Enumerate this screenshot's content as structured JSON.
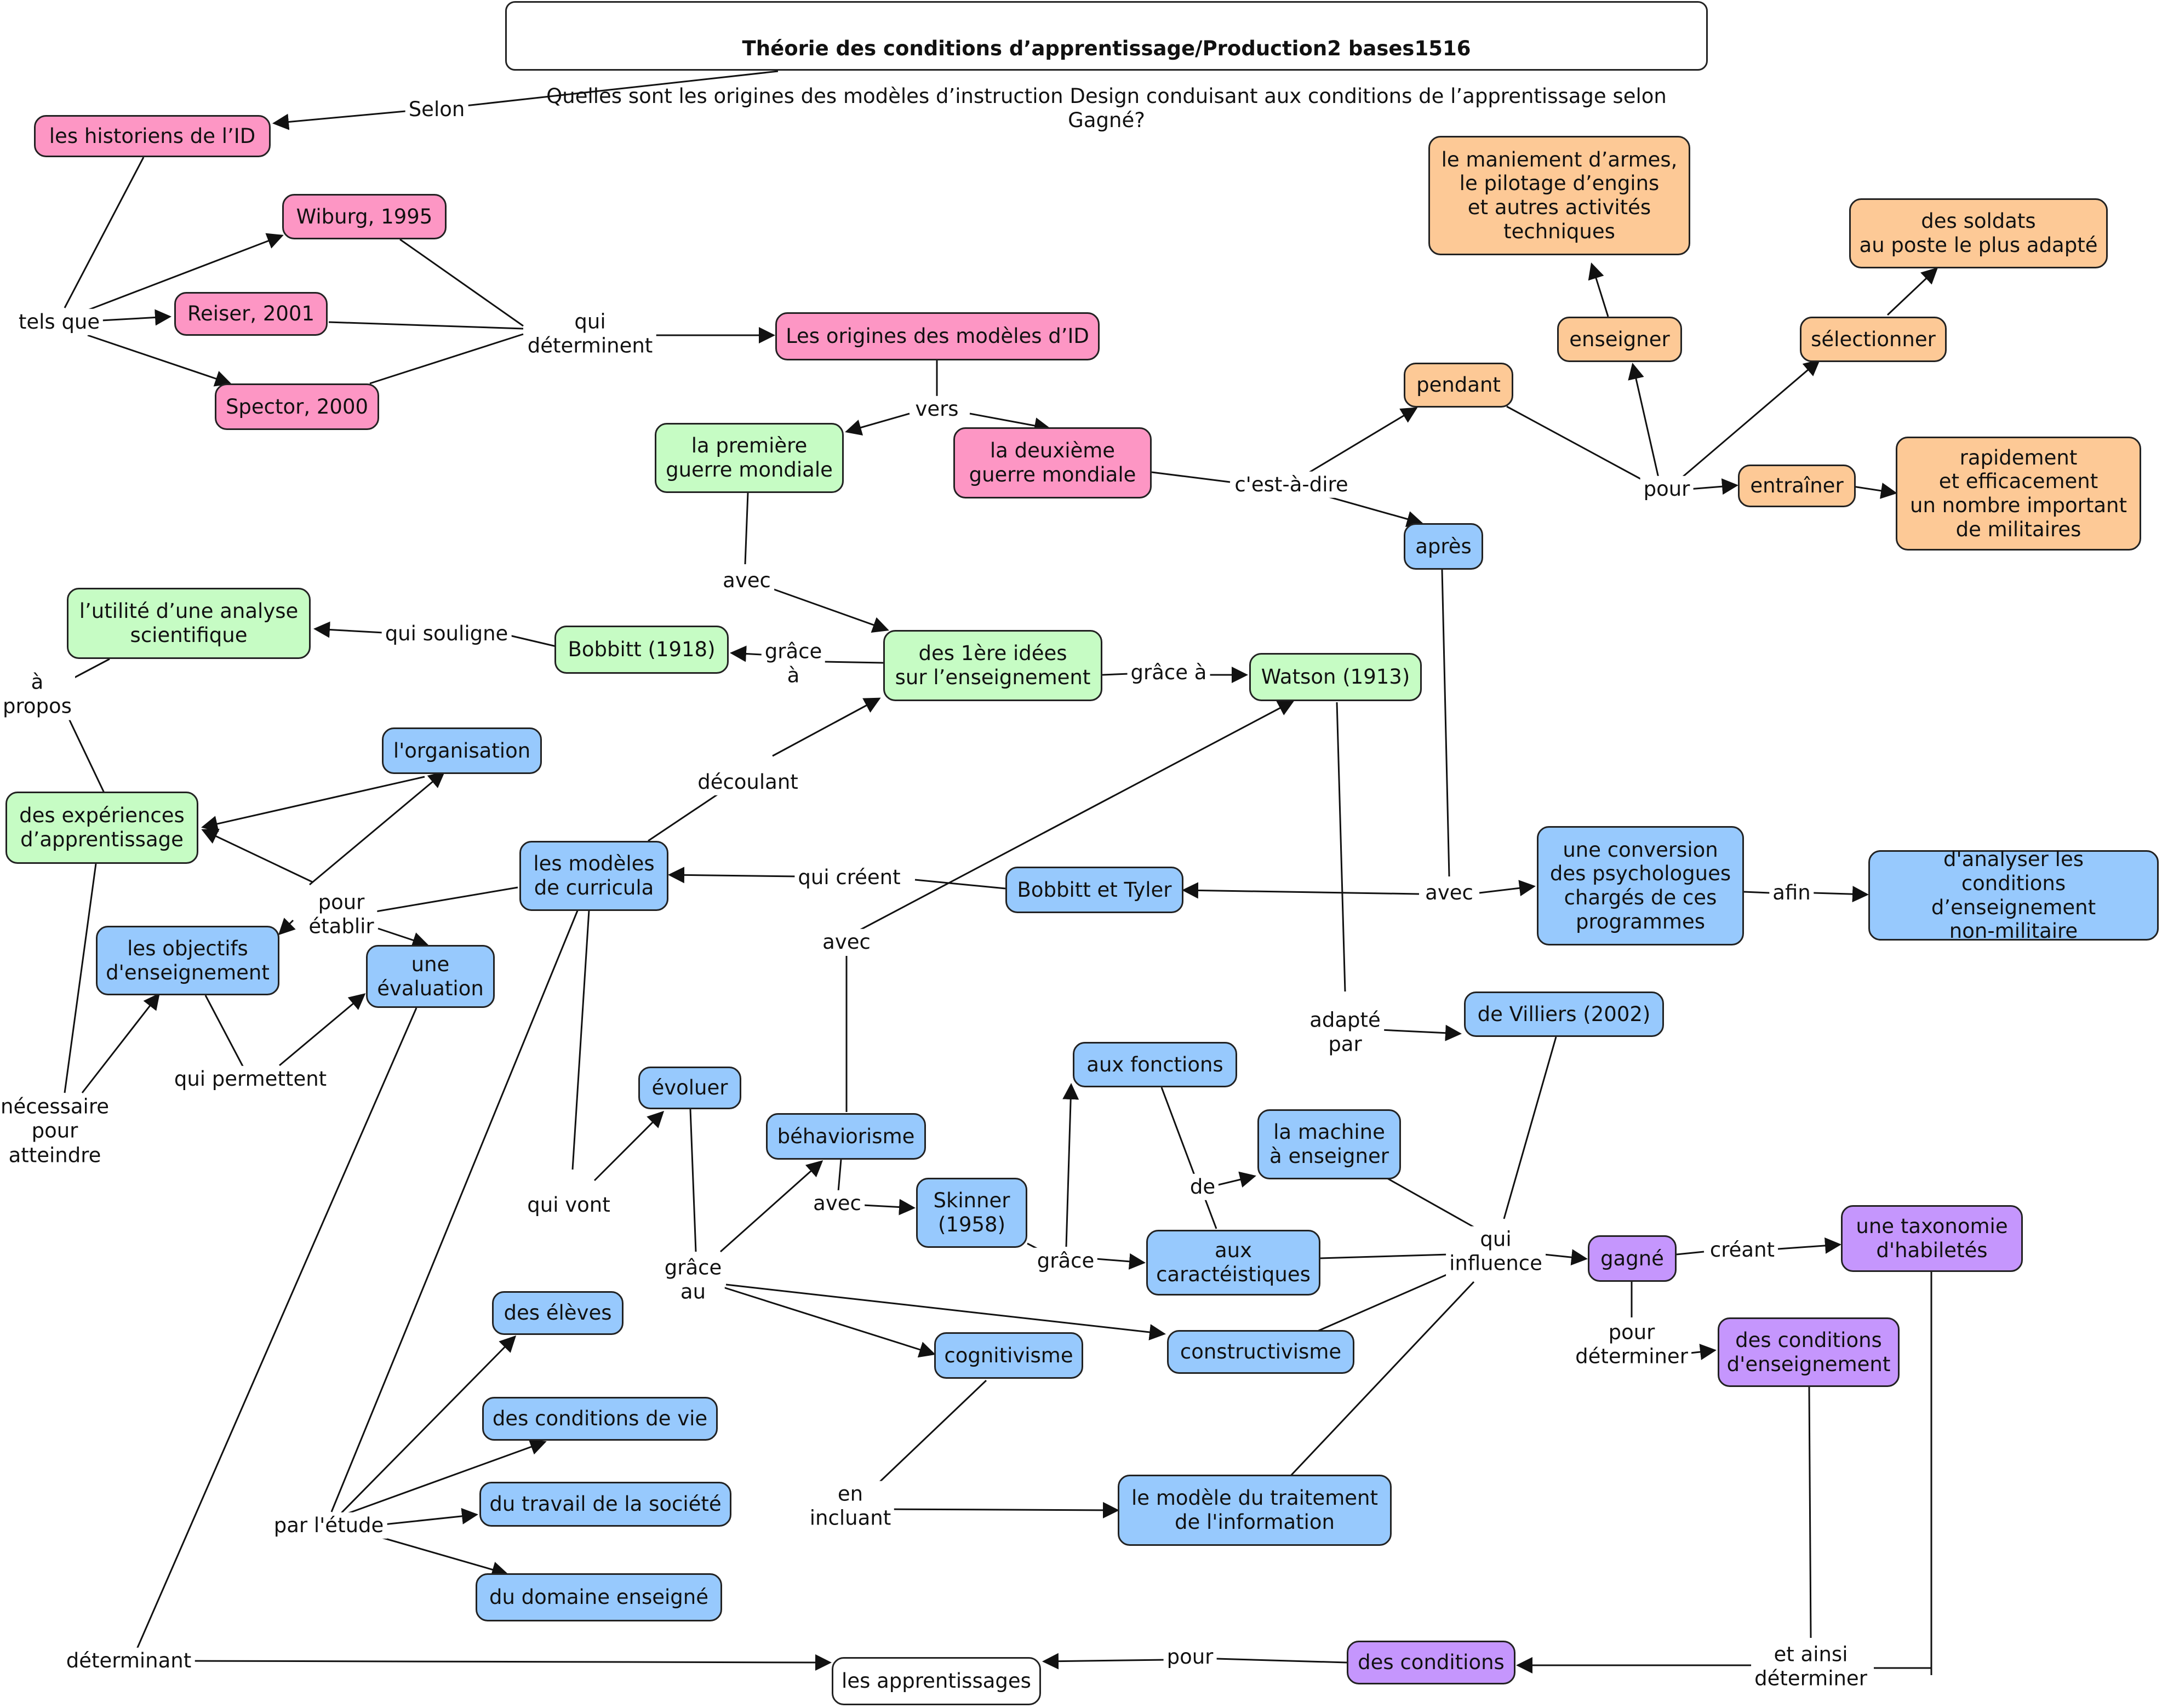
{
  "colors": {
    "pink": "#fd96c4",
    "green": "#c6fcc4",
    "orange": "#fdc996",
    "blue": "#97c9fd",
    "purple": "#c596fd",
    "line": "#111111"
  },
  "title": {
    "line1": "Théorie des conditions d’apprentissage/Production2 bases1516",
    "line2": "Quelles sont les origines des modèles d’instruction Design conduisant aux conditions de l’apprentissage selon Gagné?"
  },
  "nodes": {
    "historiens": "les historiens de l’ID",
    "wiburg": "Wiburg, 1995",
    "reiser": "Reiser, 2001",
    "spector": "Spector, 2000",
    "origines": "Les origines des modèles d’ID",
    "premiere": "la première\nguerre mondiale",
    "deuxieme": "la deuxième\nguerre mondiale",
    "maniement": "le maniement d’armes,\nle pilotage d’engins\net autres activités\ntechniques",
    "soldats": "des soldats\nau poste le plus adapté",
    "pendant": "pendant",
    "enseigner": "enseigner",
    "selectionner": "sélectionner",
    "entrainer": "entraîner",
    "rapidement": "rapidement\net efficacement\nun nombre important\nde militaires",
    "apres": "après",
    "utilite": "l’utilité d’une analyse\nscientifique",
    "bobbitt1918": "Bobbitt (1918)",
    "idees": "des 1ère idées\nsur l’enseignement",
    "watson": "Watson (1913)",
    "organisation": "l'organisation",
    "experiences": "des expériences\nd’apprentissage",
    "modeles_curricula": "les modèles\nde curricula",
    "bobbitt_tyler": "Bobbitt et Tyler",
    "conversion": "une conversion\ndes psychologues\nchargés de ces\nprogrammes",
    "analyser": "d'analyser les\nconditions d’enseignement\nnon-militaire",
    "objectifs": "les objectifs\nd'enseignement",
    "evaluation": "une\névaluation",
    "villiers": "de Villiers (2002)",
    "fonctions": "aux fonctions",
    "evoluer": "évoluer",
    "behaviorisme": "béhaviorisme",
    "machine": "la machine\nà enseigner",
    "skinner": "Skinner\n(1958)",
    "caracteristiques": "aux\ncaractéistiques",
    "gagne": "gagné",
    "taxonomie": "une taxonomie\nd'habiletés",
    "eleves": "des élèves",
    "constructivisme": "constructivisme",
    "cond_enseignement": "des conditions\nd'enseignement",
    "cognitivisme": "cognitivisme",
    "cond_vie": "des conditions de vie",
    "travail": "du travail de la société",
    "traitement": "le modèle du traitement\nde l'information",
    "domaine": "du domaine enseigné",
    "conditions": "des conditions",
    "apprentissages": "les apprentissages"
  },
  "labels": {
    "selon": "Selon",
    "tels_que": "tels que",
    "qui_determinent": "qui\ndéterminent",
    "vers": "vers",
    "cest_a_dire": "c'est-à-dire",
    "pour_top": "pour",
    "avec_green": "avec",
    "qui_souligne": "qui souligne",
    "grace_a_bobbitt": "grâce\nà",
    "grace_a_watson": "grâce à",
    "a_propos": "à\npropos",
    "decoulant": "découlant",
    "pour_etablir": "pour\nétablir",
    "qui_creent": "qui créent",
    "avec_conversion": "avec",
    "afin": "afin",
    "avec_behaviorisme": "avec",
    "adapte_par": "adapté\npar",
    "necessaire": "nécessaire\npour\natteindre",
    "qui_permettent": "qui permettent",
    "qui_vont": "qui vont",
    "de": "de",
    "avec_skinner": "avec",
    "grace_skinner": "grâce",
    "qui_influence": "qui\ninfluence",
    "creant": "créant",
    "grace_au": "grâce\nau",
    "pour_determiner": "pour\ndéterminer",
    "en_incluant": "en\nincluant",
    "par_letude": "par l'étude",
    "determinant": "déterminant",
    "pour_bottom": "pour",
    "et_ainsi": "et ainsi\ndéterminer"
  }
}
